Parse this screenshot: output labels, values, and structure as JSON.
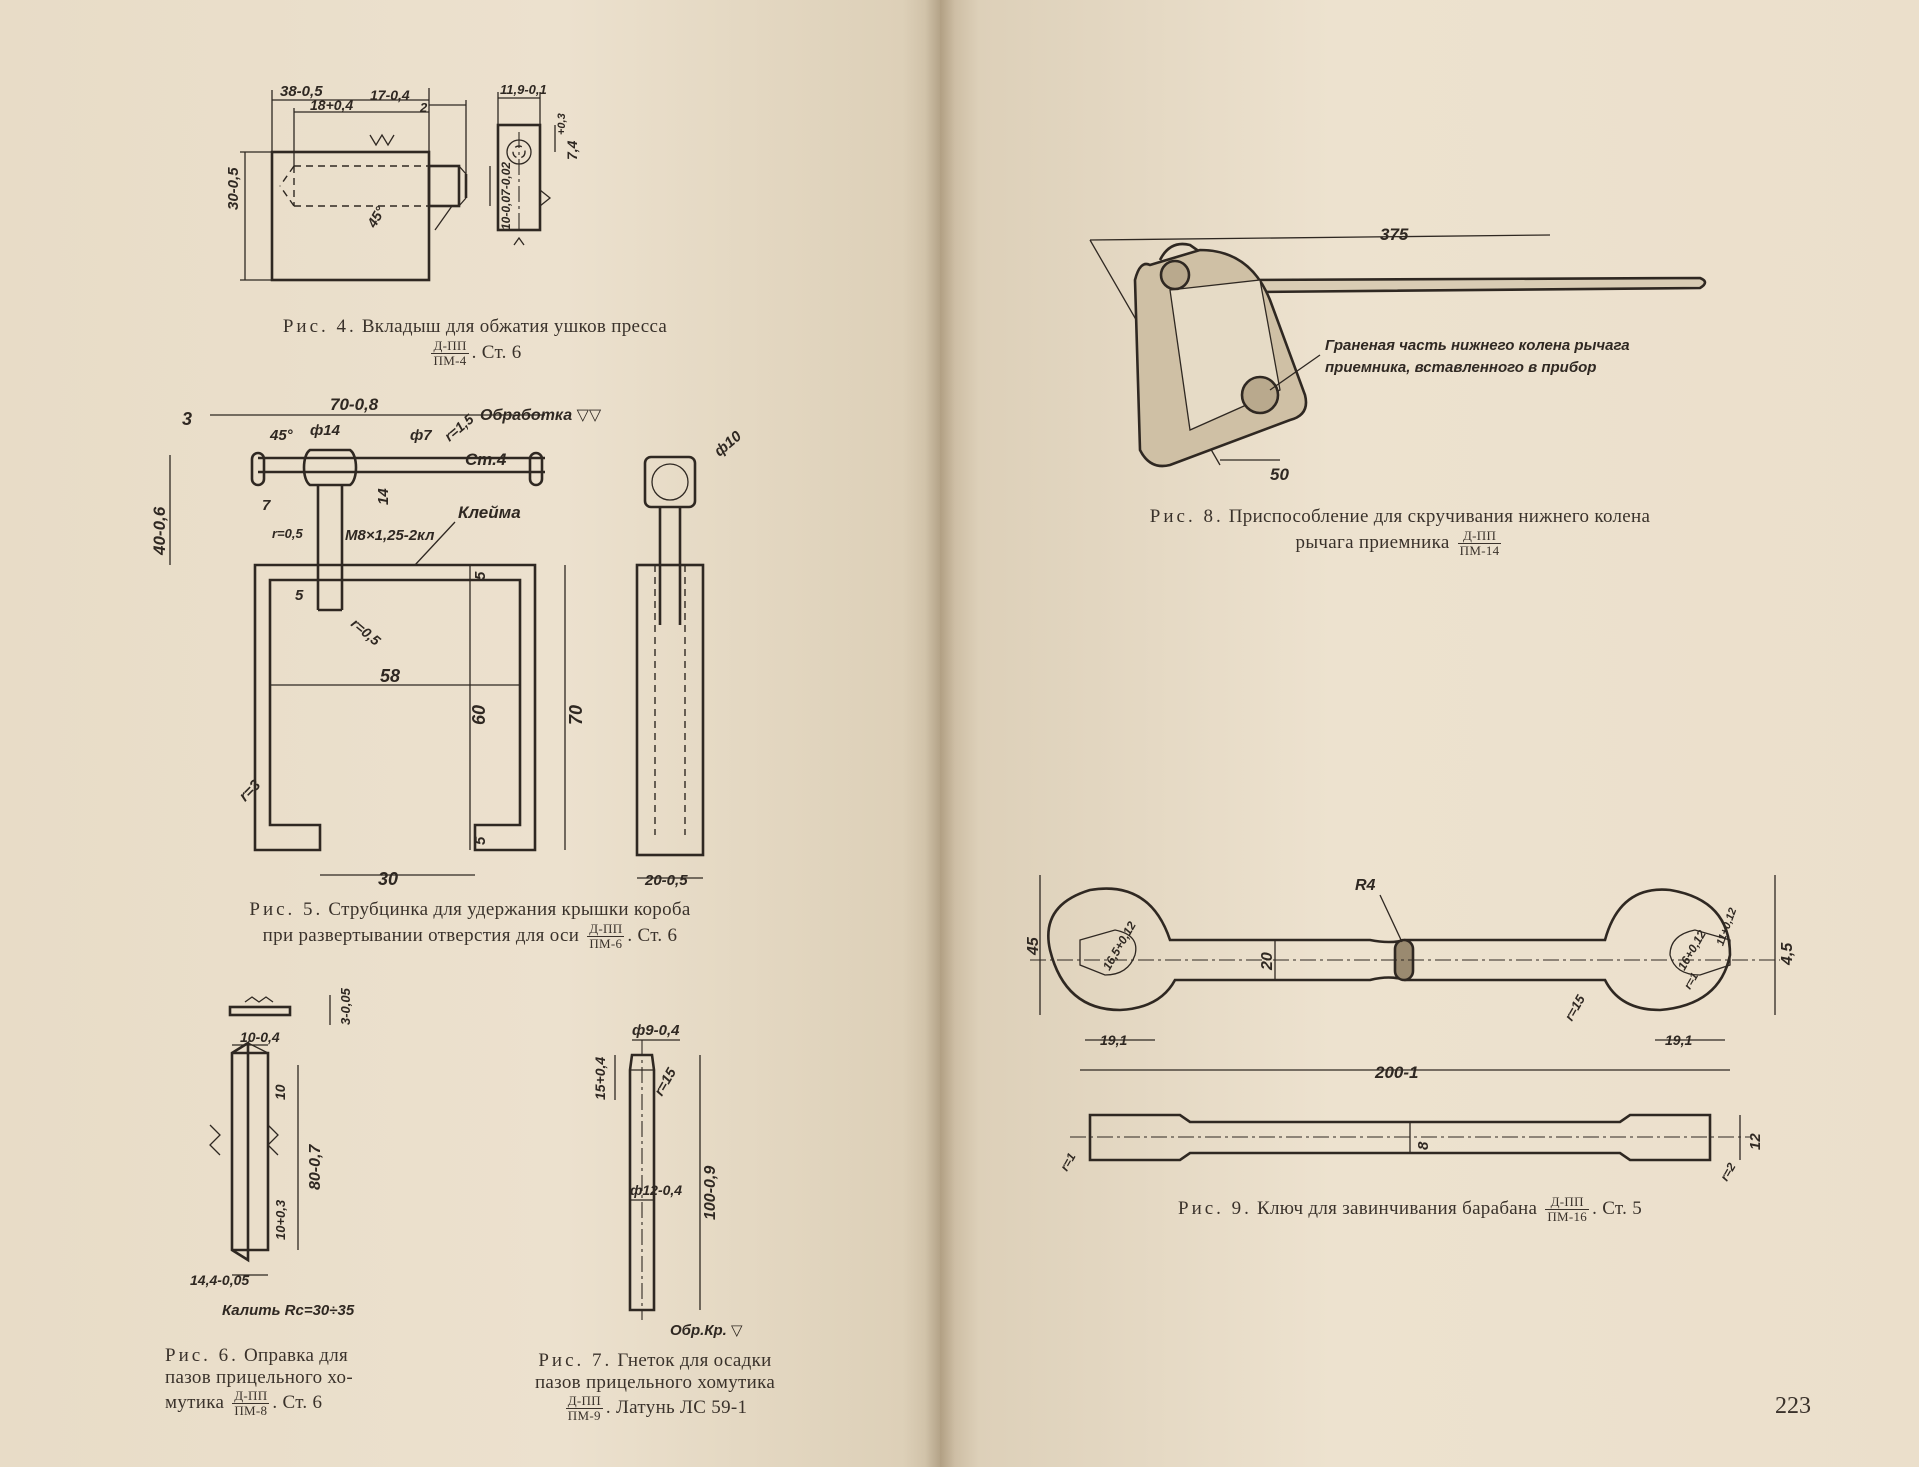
{
  "page_number": "223",
  "figures": {
    "fig4": {
      "label": "Рис. 4.",
      "text": "Вкладыш для обжатия ушков пресса",
      "frac_num": "Д-ПП",
      "frac_den": "ПМ-4",
      "suffix": ". Ст. 6",
      "dims": [
        "38-0,5",
        "18+0,4",
        "17-0,4",
        "2",
        "30-0,5",
        "10-0,07-0,02",
        "45°",
        "11,9-0,1",
        "+0,3",
        "7,4"
      ]
    },
    "fig5": {
      "label": "Рис. 5.",
      "line1": "Струбцинка для удержания крышки короба",
      "line2": "при развертывании отверстия для оси",
      "frac_num": "Д-ПП",
      "frac_den": "ПМ-6",
      "suffix": ". Ст. 6",
      "dims": [
        "3",
        "70-0,8",
        "45°",
        "ф14",
        "ф7",
        "r=1,5",
        "Обработка ▽▽",
        "Ст.4",
        "40-0,6",
        "7",
        "14",
        "r=0,5",
        "М8×1,25-2кл",
        "Клейма",
        "5",
        "r=0,5",
        "58",
        "60",
        "70",
        "5",
        "5",
        "r=3",
        "30",
        "20-0,5",
        "ф10"
      ]
    },
    "fig6": {
      "label": "Рис. 6.",
      "line1": "Оправка для",
      "line2": "пазов прицельного хо-",
      "line3": "мутика",
      "frac_num": "Д-ПП",
      "frac_den": "ПМ-8",
      "suffix": ". Ст. 6",
      "dims": [
        "3-0,05",
        "10-0,4",
        "10",
        "80-0,7",
        "10+0,3",
        "14,4-0,05",
        "Калить Rc=30÷35"
      ]
    },
    "fig7": {
      "label": "Рис. 7.",
      "line1": "Гнеток для осадки",
      "line2": "пазов прицельного хомутика",
      "frac_num": "Д-ПП",
      "frac_den": "ПМ-9",
      "suffix": ". Латунь ЛС 59-1",
      "dims": [
        "ф9-0,4",
        "15+0,4",
        "r=15",
        "100-0,9",
        "ф12-0,4",
        "Обр.Кр. ▽"
      ]
    },
    "fig8": {
      "label": "Рис. 8.",
      "line1": "Приспособление для скручивания нижнего колена",
      "line2": "рычага приемника",
      "frac_num": "Д-ПП",
      "frac_den": "ПМ-14",
      "dims": [
        "375",
        "50"
      ],
      "note_line1": "Граненая часть нижнего колена рычага",
      "note_line2": "приемника, вставленного в прибор"
    },
    "fig9": {
      "label": "Рис. 9.",
      "text": "Ключ для завинчивания барабана",
      "frac_num": "Д-ПП",
      "frac_den": "ПМ-16",
      "suffix": ". Ст. 5",
      "dims": [
        "R4",
        "45",
        "20",
        "4,5",
        "16,5+0,12",
        "16+0,12",
        "11+0,12",
        "r=1",
        "r=15",
        "19,1",
        "19,1",
        "200-1",
        "8",
        "12",
        "r=1",
        "r=2"
      ]
    }
  }
}
